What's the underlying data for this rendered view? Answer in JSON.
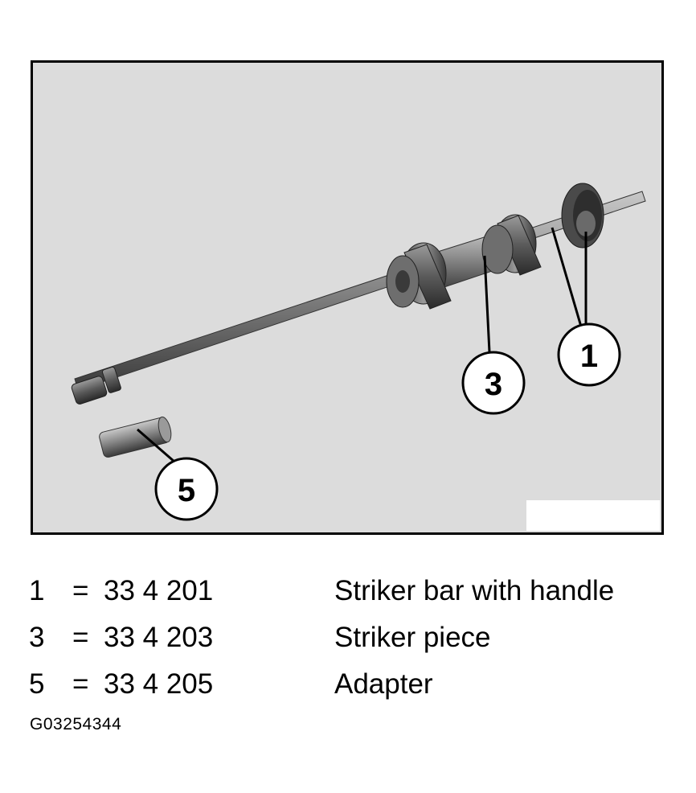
{
  "figure": {
    "callouts": [
      {
        "id": "callout-1",
        "label": "1"
      },
      {
        "id": "callout-3",
        "label": "3"
      },
      {
        "id": "callout-5",
        "label": "5"
      }
    ]
  },
  "legend": {
    "rows": [
      {
        "num": "1",
        "eq": "=",
        "part": "33 4 201",
        "desc": "Striker bar with handle"
      },
      {
        "num": "3",
        "eq": "=",
        "part": "33 4 203",
        "desc": "Striker piece"
      },
      {
        "num": "5",
        "eq": "=",
        "part": "33 4 205",
        "desc": "Adapter"
      }
    ]
  },
  "figure_id": "G03254344"
}
